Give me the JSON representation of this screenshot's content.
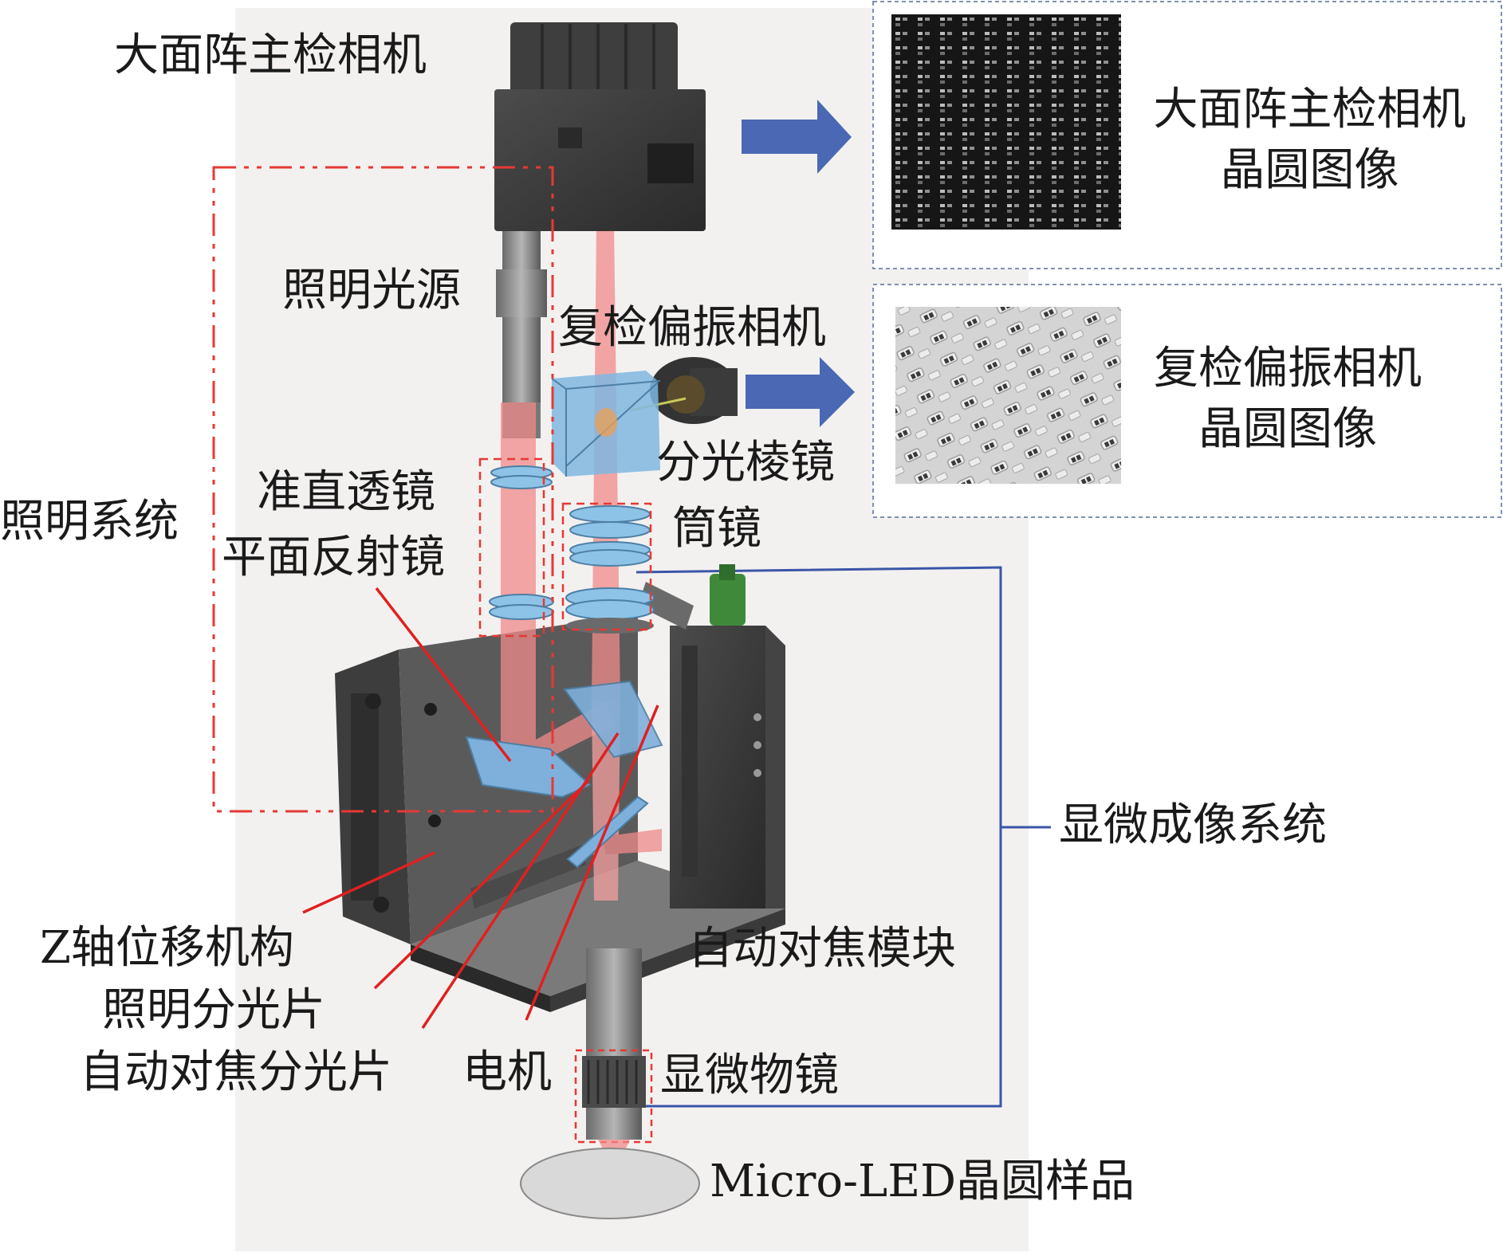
{
  "labels": {
    "main_camera": "大面阵主检相机",
    "light_source": "照明光源",
    "review_camera": "复检偏振相机",
    "illumination_system": "照明系统",
    "collimating_lens": "准直透镜",
    "plane_mirror": "平面反射镜",
    "beam_prism": "分光棱镜",
    "tube_lens": "筒镜",
    "microscope_system": "显微成像系统",
    "autofocus_module": "自动对焦模块",
    "z_axis": "Z轴位移机构",
    "illum_splitter": "照明分光片",
    "af_splitter": "自动对焦分光片",
    "motor": "电机",
    "objective": "显微物镜",
    "sample": "Micro-LED晶圆样品"
  },
  "panels": {
    "main_image": {
      "line1": "大面阵主检相机",
      "line2": "晶圆图像"
    },
    "review_image": {
      "line1": "复检偏振相机",
      "line2": "晶圆图像"
    }
  },
  "colors": {
    "beam": "#f08a8a",
    "illum_box": "#e53935",
    "system_line": "#3a55a8",
    "arrow": "#4a68b3",
    "leader": "#e02020",
    "backdrop": "#f3f1f0"
  }
}
